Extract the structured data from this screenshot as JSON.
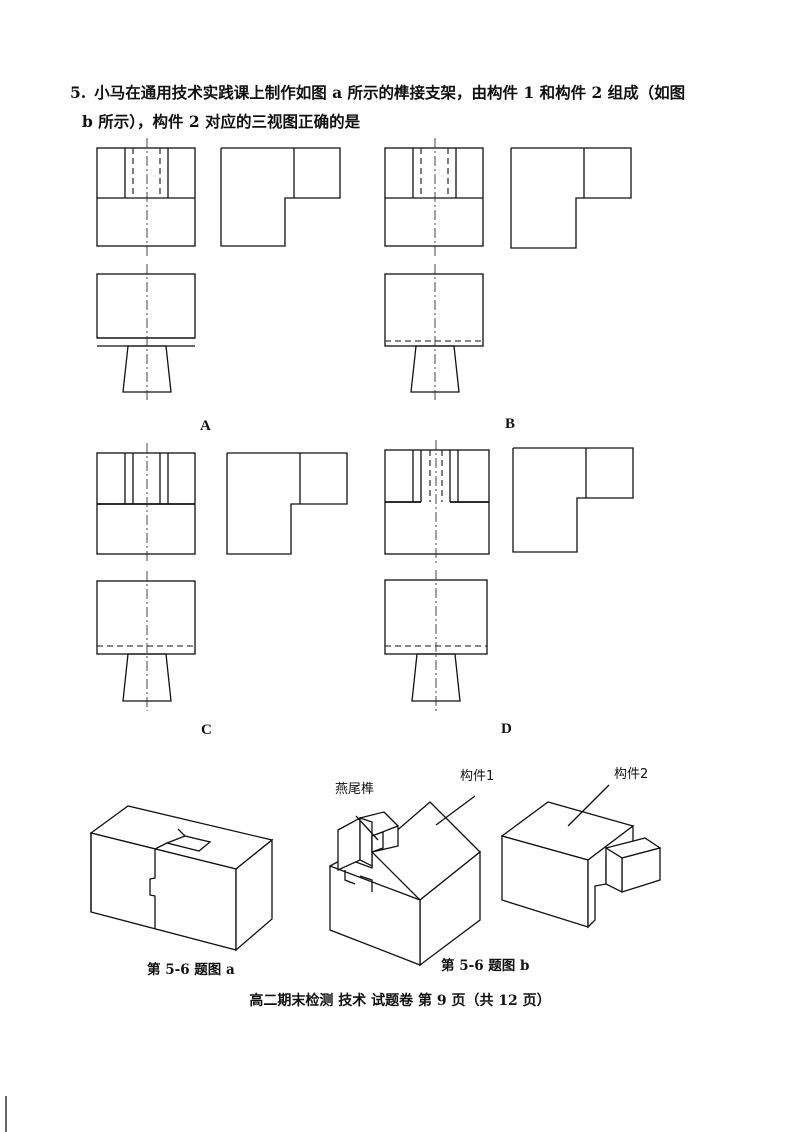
{
  "question": {
    "number": "5.",
    "line1": "小马在通用技术实践课上制作如图 a 所示的榫接支架，由构件 1 和构件 2 组成（如图",
    "line2": "b 所示），构件 2 对应的三视图正确的是"
  },
  "options": [
    {
      "id": "option-a",
      "label": "A"
    },
    {
      "id": "option-b",
      "label": "B"
    },
    {
      "id": "option-c",
      "label": "C"
    },
    {
      "id": "option-d",
      "label": "D"
    }
  ],
  "figures": {
    "caption_a": "第 5-6 题图 a",
    "caption_b": "第 5-6 题图 b",
    "callout_dovetail": "燕尾榫",
    "callout_part1": "构件1",
    "callout_part2": "构件2"
  },
  "footer": "高二期末检测  技术  试题卷   第 9 页（共 12 页）"
}
